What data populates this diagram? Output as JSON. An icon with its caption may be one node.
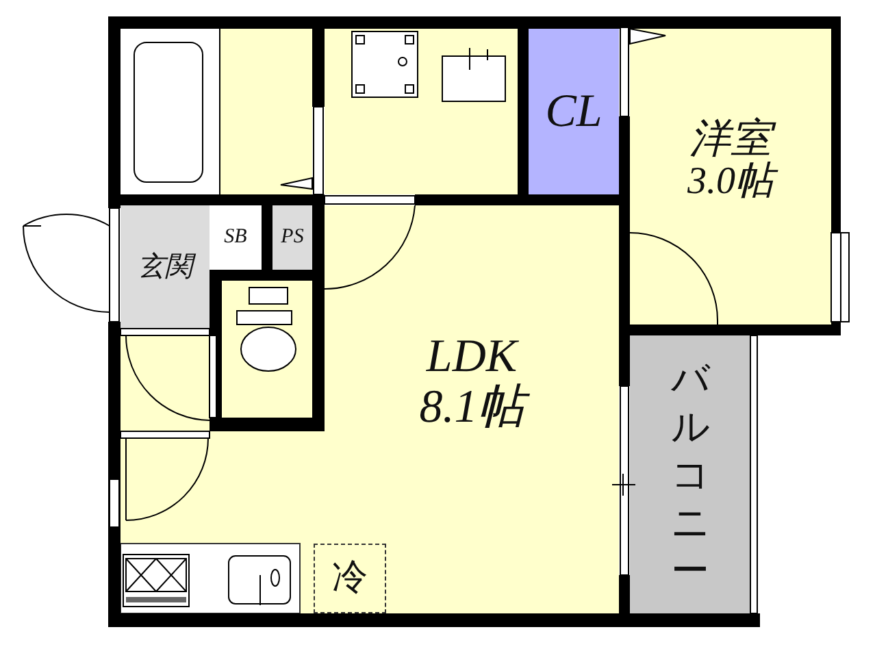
{
  "diagram": {
    "nodes": [
      {
        "text": [
          "CL"
        ]
      },
      {
        "text": [
          "洋室",
          "3.0帖"
        ]
      },
      {
        "text": [
          "SB"
        ]
      },
      {
        "text": [
          "PS"
        ]
      },
      {
        "text": [
          "玄関"
        ]
      },
      {
        "text": [
          "LDK",
          "8.1帖"
        ]
      },
      {
        "text": [
          "バルコニー"
        ]
      },
      {
        "text": [
          "冷"
        ]
      }
    ]
  }
}
